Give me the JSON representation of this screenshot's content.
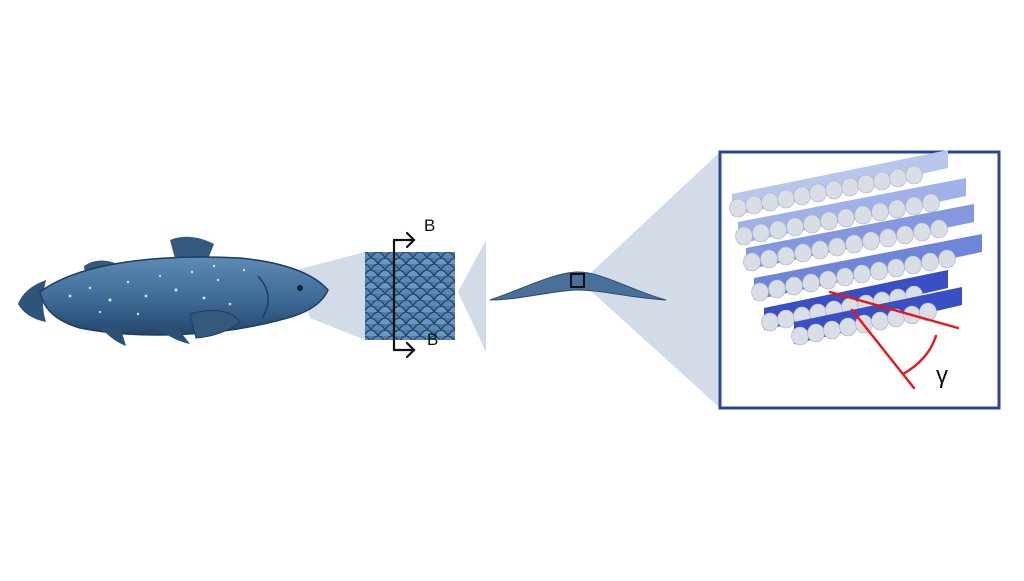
{
  "labels": {
    "section_top": "B",
    "section_bottom": "B",
    "angle": "γ"
  },
  "colors": {
    "zoom_cone": "#d4dbe8",
    "frame_border": "#2c4591",
    "fish_body": "#3e6a96",
    "fish_dark": "#24466b",
    "fish_spots": "#dfe6d8",
    "scale_patch": "#4d7aa6",
    "scale_cross_section": "#4a6f99",
    "fiber_light": "#b7c6ea",
    "fiber_mid": "#6f86d8",
    "fiber_dark": "#3a4fc4",
    "fiber_end": "#d9dde6",
    "angle_lines": "#e8161b",
    "arrows": "#111111"
  }
}
